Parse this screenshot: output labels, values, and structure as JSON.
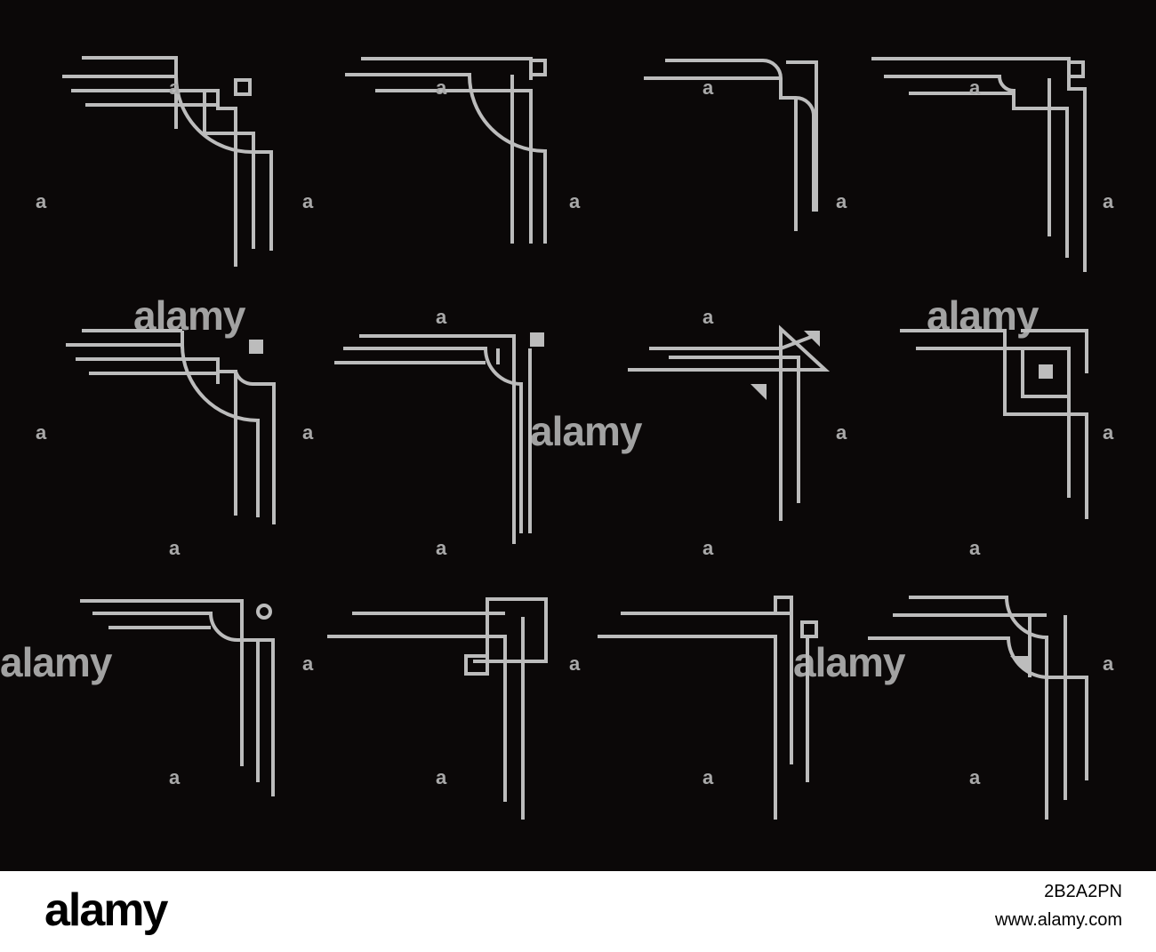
{
  "image_title": "",
  "watermark": {
    "small_mark": "a",
    "brand": "alamy"
  },
  "footer": {
    "logo": "alamy",
    "image_id": "2B2A2PN",
    "url": "www.alamy.com"
  },
  "colors": {
    "background": "#0b0808",
    "ornament": "#bcbcbc",
    "footer_background": "#ffffff"
  },
  "ornaments": [
    {
      "name": "corner-ornament-1"
    },
    {
      "name": "corner-ornament-2"
    },
    {
      "name": "corner-ornament-3"
    },
    {
      "name": "corner-ornament-4"
    },
    {
      "name": "corner-ornament-5"
    },
    {
      "name": "corner-ornament-6"
    },
    {
      "name": "corner-ornament-7"
    },
    {
      "name": "corner-ornament-8"
    },
    {
      "name": "corner-ornament-9"
    },
    {
      "name": "corner-ornament-10"
    },
    {
      "name": "corner-ornament-11"
    },
    {
      "name": "corner-ornament-12"
    }
  ]
}
